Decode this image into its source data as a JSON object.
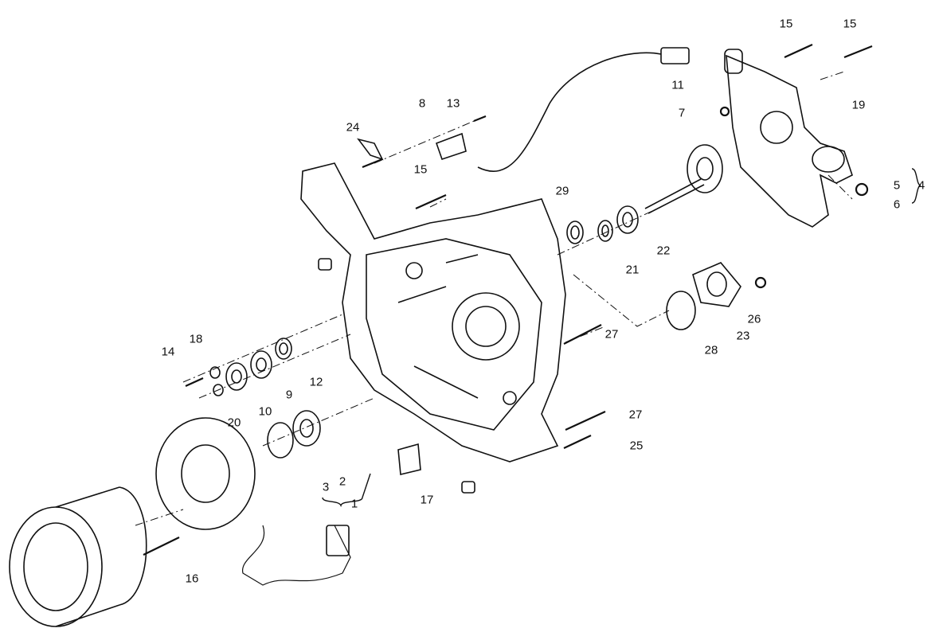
{
  "diagram": {
    "type": "exploded parts diagram",
    "callouts": [
      "15",
      "15",
      "11",
      "19",
      "8",
      "13",
      "24",
      "7",
      "15",
      "29",
      "5",
      "4",
      "6",
      "22",
      "21",
      "26",
      "23",
      "28",
      "27",
      "18",
      "14",
      "12",
      "9",
      "10",
      "20",
      "27",
      "25",
      "2",
      "3",
      "1",
      "17",
      "16"
    ]
  }
}
